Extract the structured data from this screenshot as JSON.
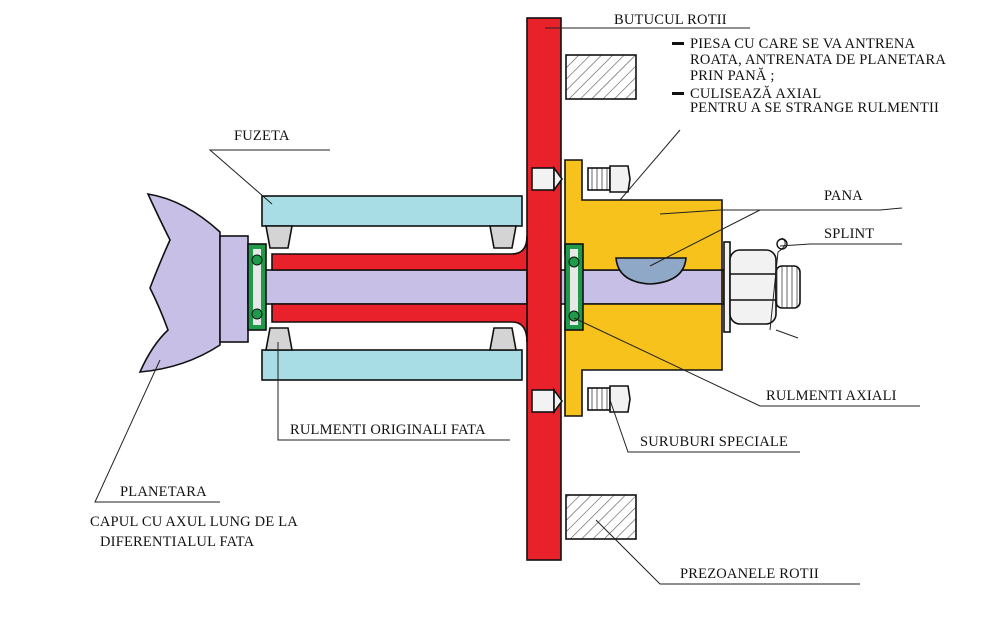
{
  "labels": {
    "butucul": "BUTUCUL ROTII",
    "piesa_l1": "PIESA CU CARE SE VA ANTRENA",
    "piesa_l2": "ROATA, ANTRENATA DE PLANETARA",
    "piesa_l3": "PRIN PANĂ ;",
    "culiseaza_l1": "CULISEAZĂ AXIAL",
    "culiseaza_l2": "PENTRU A SE STRANGE RULMENTII",
    "fuzeta": "FUZETA",
    "pana": "PANA",
    "splint": "SPLINT",
    "rulmenti_axiali": "RULMENTI AXIALI",
    "rulmenti_originali": "RULMENTI ORIGINALI  FATA",
    "suruburi": "SURUBURI SPECIALE",
    "planetara": "PLANETARA",
    "capul_l1": "CAPUL CU AXUL LUNG DE LA",
    "capul_l2": "DIFERENTIALUL FATA",
    "prezoane": "PREZOANELE ROTII"
  },
  "colors": {
    "hub_red": "#e8212a",
    "yellow_part": "#f7c21c",
    "fuzeta_blue": "#a8dde6",
    "planetara_lilac": "#c7bfe6",
    "bearing_green": "#1f9a4a",
    "stud_gray": "#e8e8e8"
  }
}
